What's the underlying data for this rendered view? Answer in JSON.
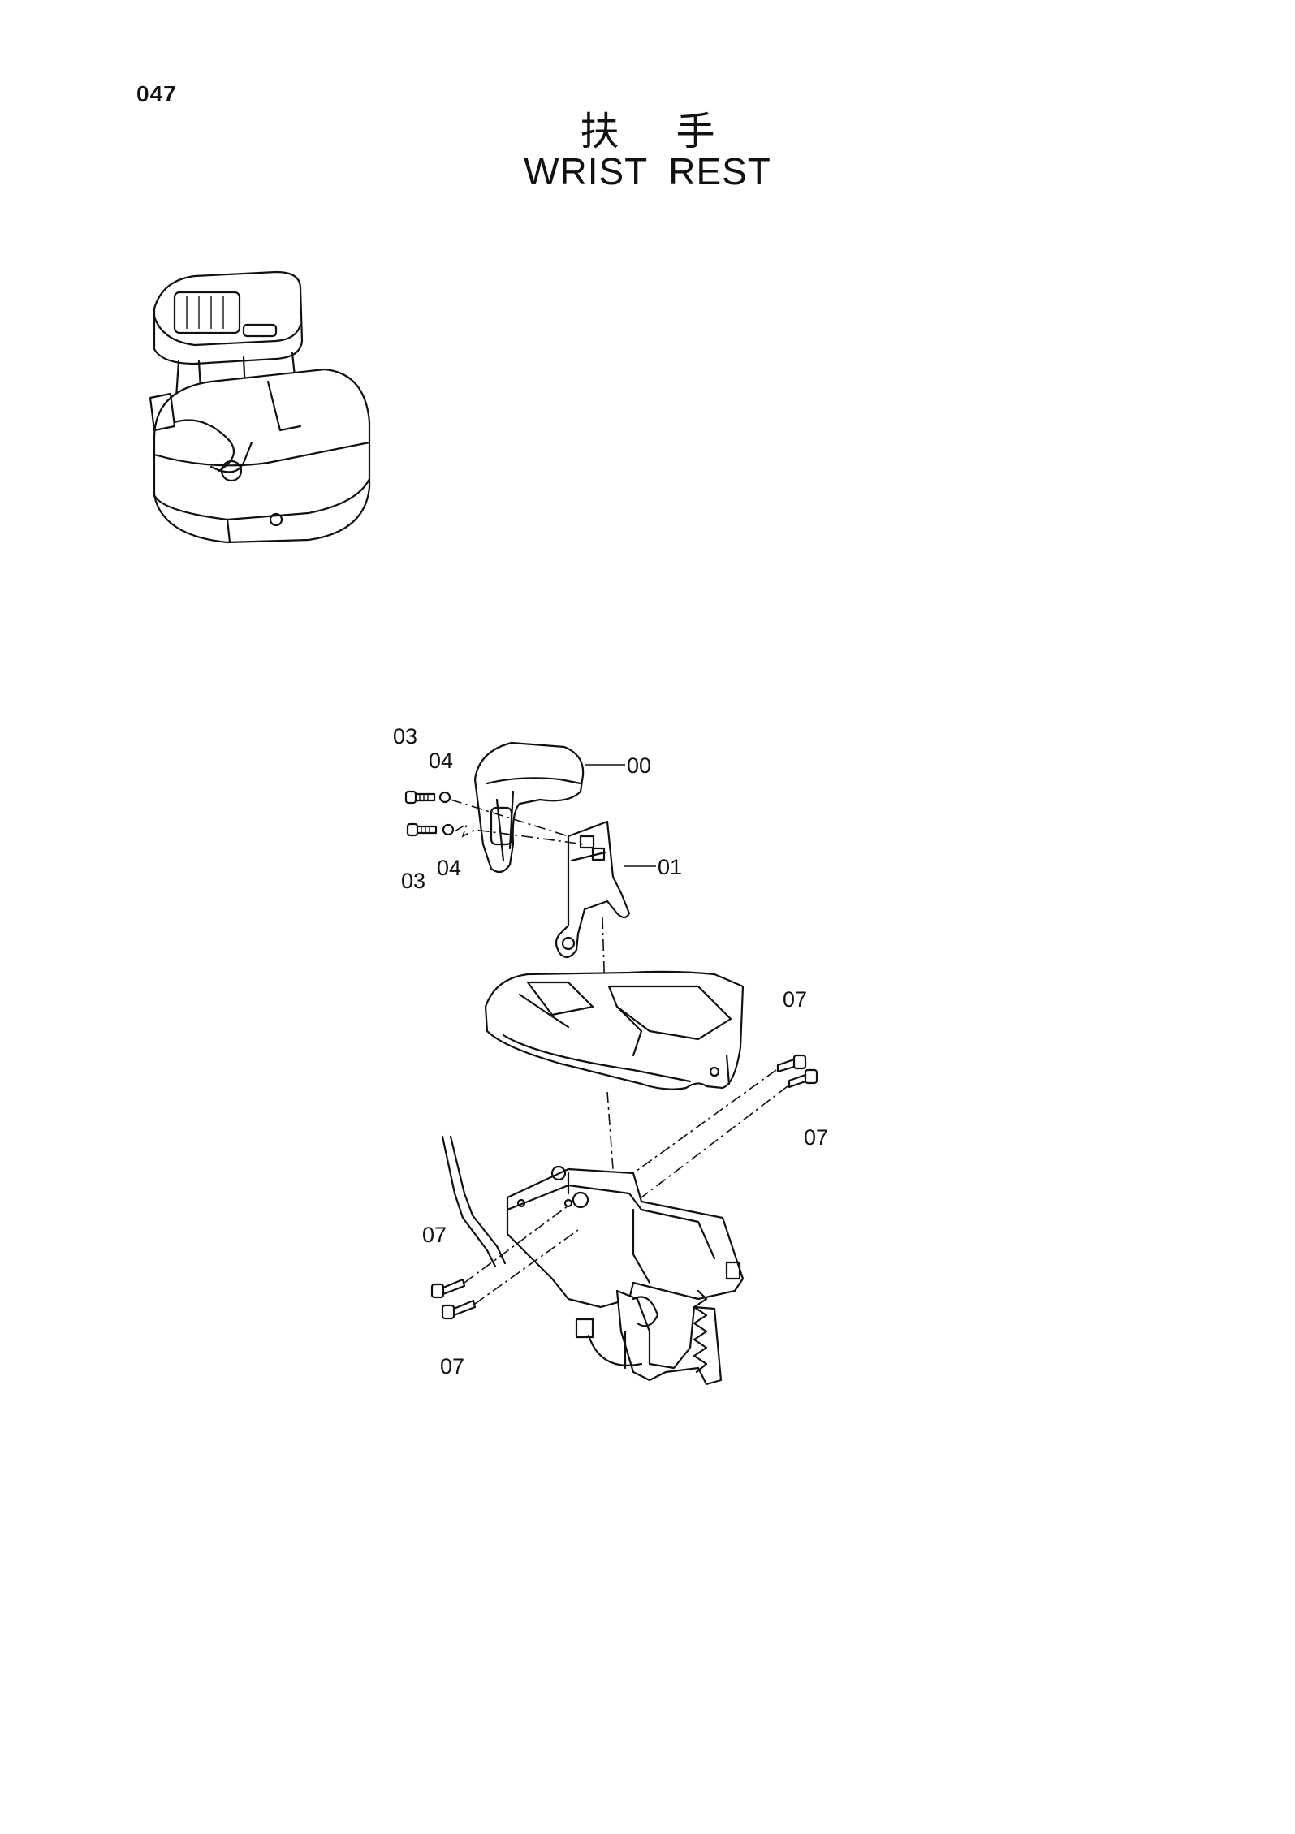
{
  "header": {
    "page_number": "047",
    "title_cn": "扶手",
    "title_en": "WRIST REST"
  },
  "callouts": {
    "c00": "00",
    "c01": "01",
    "c03a": "03",
    "c03b": "03",
    "c04a": "04",
    "c04b": "04",
    "c07a": "07",
    "c07b": "07",
    "c07c": "07",
    "c07d": "07"
  }
}
